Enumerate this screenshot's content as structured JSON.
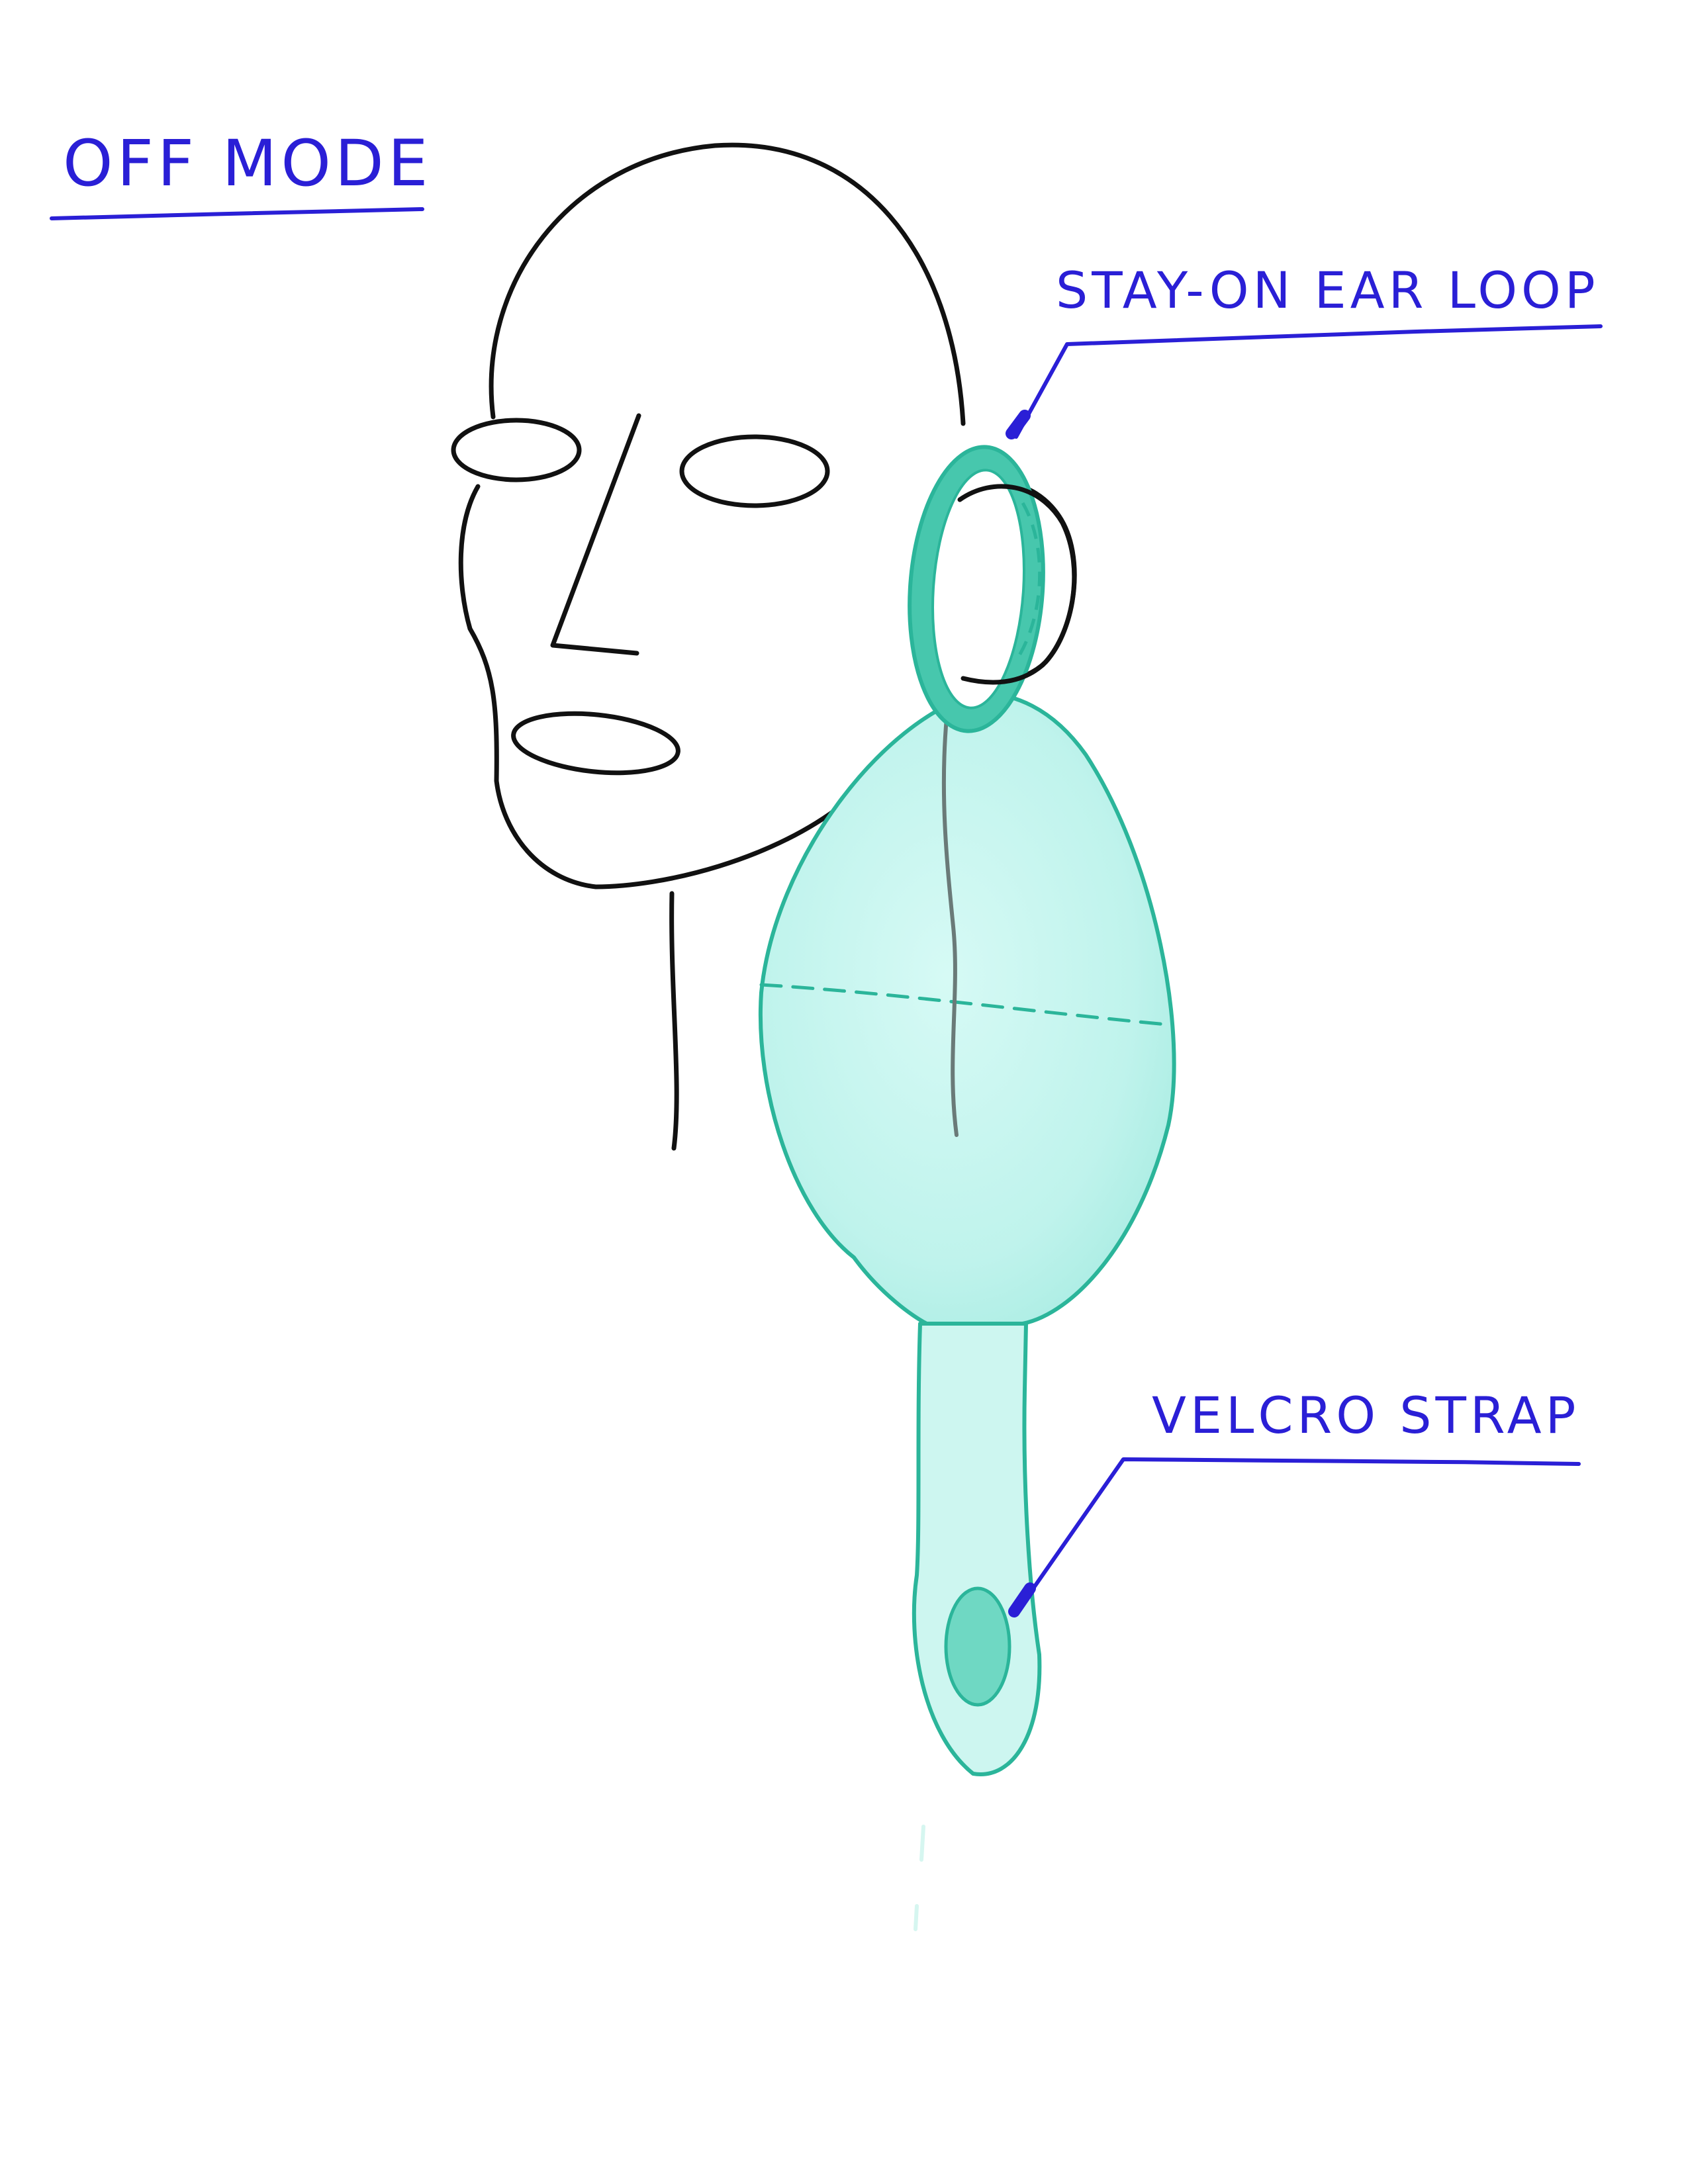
{
  "title": "OFF MODE",
  "labels": {
    "ear_loop": "STAY-ON EAR LOOP",
    "velcro_strap": "VELCRO STRAP"
  },
  "colors": {
    "ink": "#111111",
    "annotation": "#2a1fd6",
    "teal_stroke": "#2bb59a",
    "teal_fill": "#c9f5ef",
    "teal_dark": "#3cbfa4"
  }
}
